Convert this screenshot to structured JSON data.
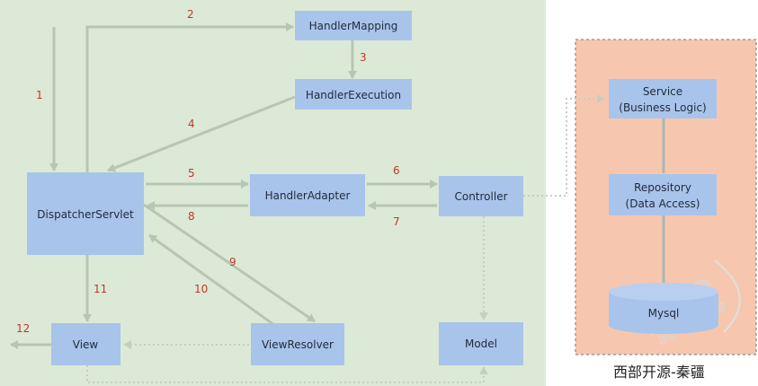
{
  "colors": {
    "left_panel_bg": "#dce9d6",
    "right_panel_bg": "#f6c7ae",
    "box_fill": "#a9c4ea",
    "arrow": "#b7c6b3",
    "number": "#c0392b"
  },
  "nodes": {
    "handler_mapping": "HandlerMapping",
    "handler_execution": "HandlerExecution",
    "dispatcher_servlet": "DispatcherServlet",
    "handler_adapter": "HandlerAdapter",
    "controller": "Controller",
    "view": "View",
    "view_resolver": "ViewResolver",
    "model": "Model",
    "service_line1": "Service",
    "service_line2": "(Business Logic)",
    "repository_line1": "Repository",
    "repository_line2": "(Data Access)",
    "mysql": "Mysql"
  },
  "steps": [
    "1",
    "2",
    "3",
    "4",
    "5",
    "6",
    "7",
    "8",
    "9",
    "10",
    "11",
    "12"
  ],
  "caption": "西部开源-秦疆",
  "watermark": "钱钱"
}
